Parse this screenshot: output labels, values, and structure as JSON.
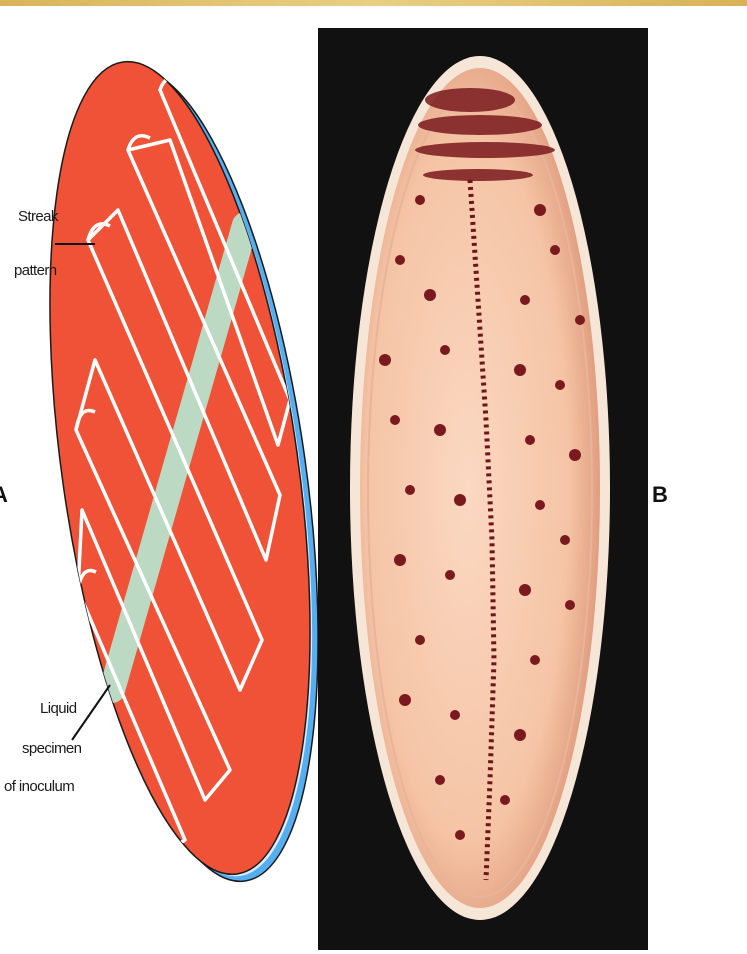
{
  "panel_a": {
    "letter": "A",
    "label_streak_line1": "Streak",
    "label_streak_line2": "pattern",
    "label_liquid_line1": "Liquid",
    "label_liquid_line2": "specimen",
    "label_liquid_line3": "of inoculum"
  },
  "panel_b": {
    "letter": "B"
  },
  "colors": {
    "agar_red": "#ef5236",
    "dish_blue": "#55aef0",
    "inoculum_green": "#bcd9c4",
    "photo_background": "#111111",
    "colony_dark": "#7a1a1e"
  }
}
